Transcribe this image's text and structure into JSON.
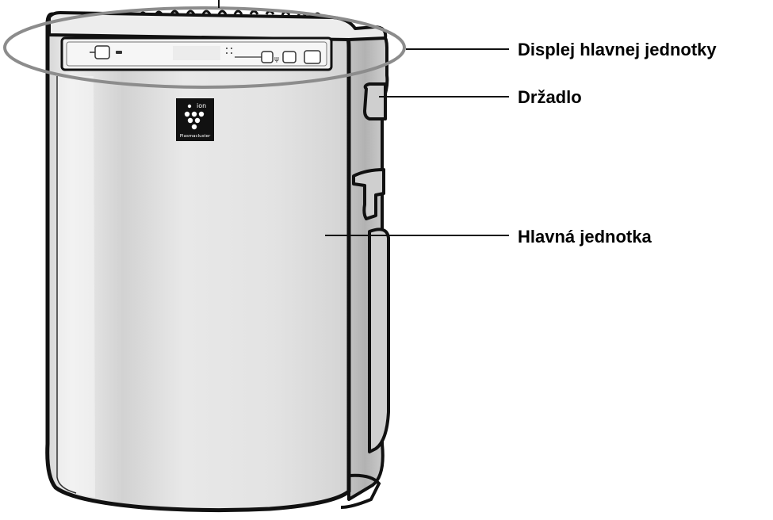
{
  "labels": {
    "display": "Displej hlavnej jednotky",
    "handle": "Držadlo",
    "main_unit": "Hlavná jednotka"
  },
  "logo": {
    "top_text": "ion",
    "bottom_text": "Plasmacluster"
  },
  "colors": {
    "outline": "#111111",
    "body_fill": "#e4e4e4",
    "side_fill": "#bdbdbd",
    "highlight_fill": "#f3f3f3",
    "logo_bg": "#111111"
  }
}
